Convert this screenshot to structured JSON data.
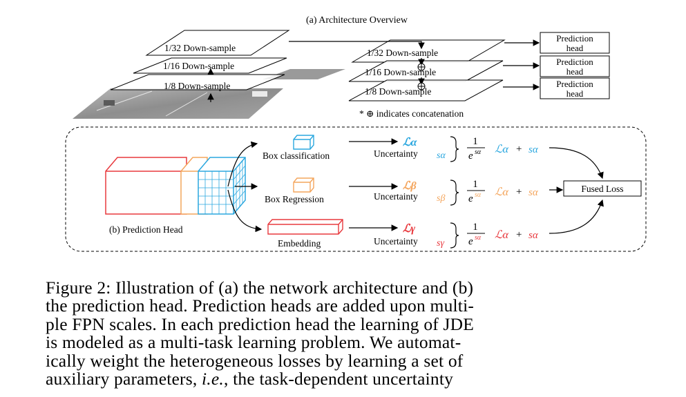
{
  "figure": {
    "panel_a_title": "(a)  Architecture Overview",
    "left_stack": [
      "1/32 Down-sample",
      "1/16 Down-sample",
      "1/8 Down-sample"
    ],
    "right_stack": [
      "1/32 Down-sample",
      "1/16 Down-sample",
      "1/8 Down-sample"
    ],
    "prediction_head_label_line1": "Prediction",
    "prediction_head_label_line2": "head",
    "concat_note": "* ⊕ indicates concatenation",
    "panel_b_title": "(b)  Prediction Head",
    "branches": [
      {
        "name": "Box classification",
        "loss": "ℒα",
        "uncertainty": "Uncertainty",
        "s": "sα",
        "color": "#2aa7df"
      },
      {
        "name": "Box Regression",
        "loss": "ℒβ",
        "uncertainty": "Uncertainty",
        "s": "sβ",
        "color": "#f4a55c"
      },
      {
        "name": "Embedding",
        "loss": "ℒγ",
        "uncertainty": "Uncertainty",
        "s": "sγ",
        "color": "#e8383d"
      }
    ],
    "formula_num": "1",
    "formula_den": "e",
    "formula_den_sup": "sα",
    "formula_loss": "ℒα",
    "formula_plus": "+",
    "fused_loss": "Fused Loss"
  },
  "caption": {
    "line1": "Figure 2: Illustration of (a) the network architecture and (b)",
    "line2": "the prediction head. Prediction heads are added upon multi-",
    "line3": "ple FPN scales. In each prediction head the learning of JDE",
    "line4": "is modeled as a multi-task learning problem. We automat-",
    "line5_pre": "ically weight the heterogeneous losses by learning a set of",
    "line6_pre": "auxiliary parameters, ",
    "line6_ie": "i.e.",
    "line6_post": ", the task-dependent uncertainty"
  }
}
